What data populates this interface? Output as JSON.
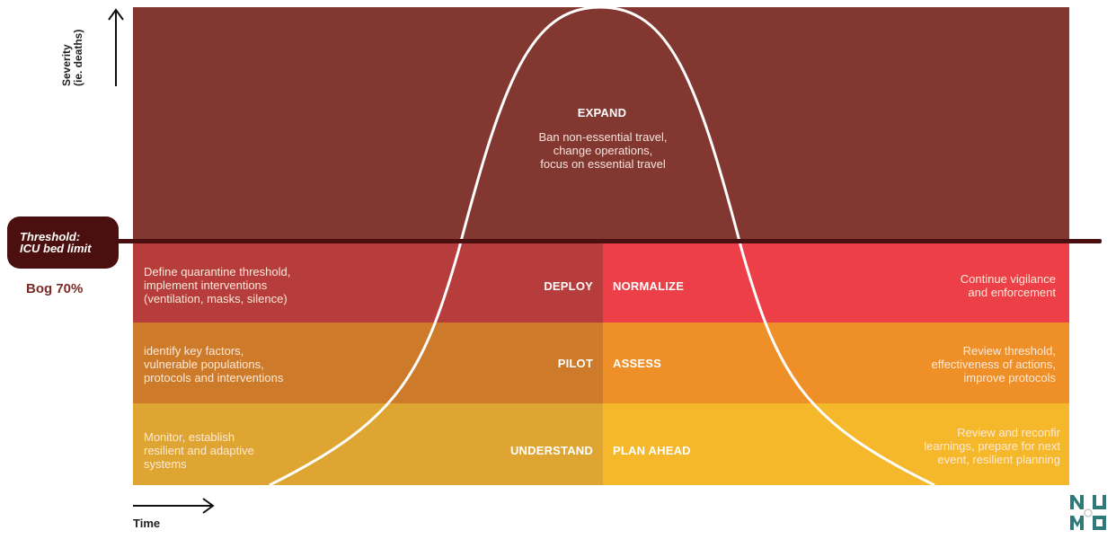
{
  "axis": {
    "severity_label": "Severity\n(ie. deaths)",
    "time_label": "Time"
  },
  "threshold": {
    "badge_text": "Threshold:\nICU bed limit",
    "bog_label": "Bog 70%"
  },
  "expand": {
    "title": "EXPAND",
    "description": "Ban non-essential travel,\nchange operations,\nfocus on essential travel"
  },
  "rows": [
    {
      "left_stage": "DEPLOY",
      "left_text": "Define quarantine threshold,\nimplement interventions\n(ventilation, masks, silence)",
      "right_stage": "NORMALIZE",
      "right_text": "Continue vigilance\nand enforcement"
    },
    {
      "left_stage": "PILOT",
      "left_text": "identify key factors,\nvulnerable populations,\nprotocols and interventions",
      "right_stage": "ASSESS",
      "right_text": "Review threshold,\neffectiveness of actions,\nimprove protocols"
    },
    {
      "left_stage": "UNDERSTAND",
      "left_text": "Monitor, establish\nresilient and adaptive\nsystems",
      "right_stage": "PLAN AHEAD",
      "right_text": "Review and reconfir\nlearnings, prepare for next\nevent, resilient planning"
    }
  ],
  "colors": {
    "expand_bg": "#823730",
    "deploy_bg": "#b63d3b",
    "normalize_bg": "#ec3f47",
    "pilot_bg": "#cd7a2a",
    "assess_bg": "#ef8f27",
    "understand_bg": "#dfa532",
    "plan_bg": "#f6b82b",
    "threshold": "#4a0f0e",
    "logo_green": "#2f7a78"
  },
  "icons": {
    "severity_arrow": "arrow-up-icon",
    "time_arrow": "arrow-right-icon",
    "logo": "numo-logo-icon"
  }
}
